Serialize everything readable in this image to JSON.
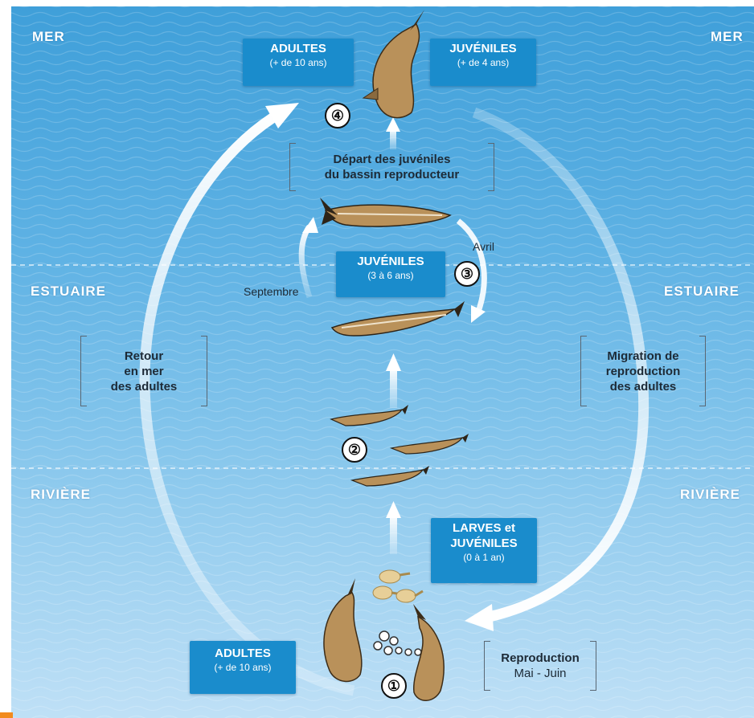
{
  "zones": {
    "mer_left": "MER",
    "mer_right": "MER",
    "estuaire_left": "ESTUAIRE",
    "estuaire_right": "ESTUAIRE",
    "riviere_left": "RIVIÈRE",
    "riviere_right": "RIVIÈRE"
  },
  "boxes": {
    "adultes_top": {
      "title": "ADULTES",
      "sub": "(+ de 10 ans)"
    },
    "juveniles_top": {
      "title": "JUVÉNILES",
      "sub": "(+ de 4 ans)"
    },
    "juveniles_mid": {
      "title": "JUVÉNILES",
      "sub": "(3 à 6 ans)"
    },
    "larves": {
      "title_line1": "LARVES et",
      "title_line2": "JUVÉNILES",
      "sub": "(0 à 1 an)"
    },
    "adultes_bottom": {
      "title": "ADULTES",
      "sub": "(+ de 10 ans)"
    }
  },
  "brackets": {
    "depart_line1": "Départ des juvéniles",
    "depart_line2": "du bassin reproducteur",
    "retour_line1": "Retour",
    "retour_line2": "en mer",
    "retour_line3": "des adultes",
    "migration_line1": "Migration de",
    "migration_line2": "reproduction",
    "migration_line3": "des adultes",
    "reproduction_line1": "Reproduction",
    "reproduction_line2": "Mai - Juin"
  },
  "labels": {
    "avril": "Avril",
    "septembre": "Septembre"
  },
  "steps": [
    "①",
    "②",
    "③",
    "④"
  ],
  "colors": {
    "box_blue": "#1a8ccc",
    "water_top": "#3f9fd9",
    "water_bottom": "#bfe0f6",
    "fish_body": "#b9915a"
  }
}
